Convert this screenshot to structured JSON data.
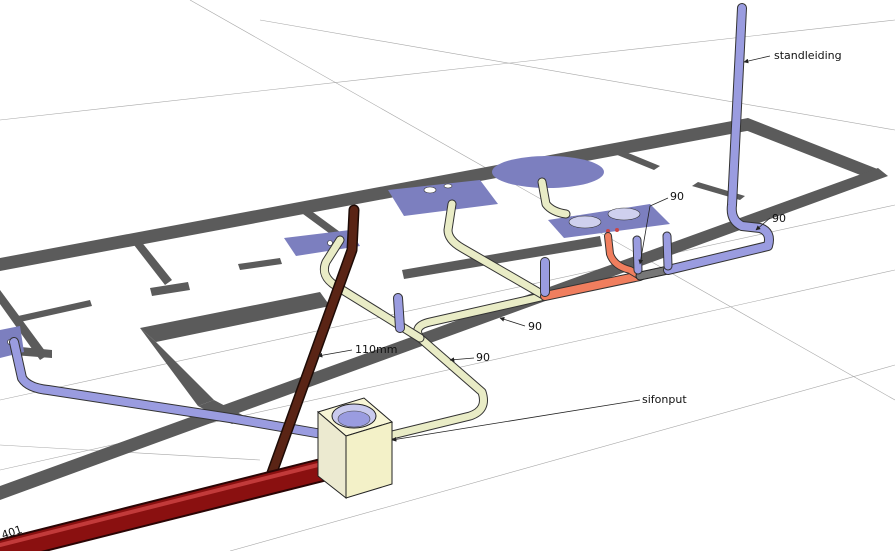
{
  "labels": {
    "standpipe": "standleiding",
    "elbow_top_right": "90",
    "elbow_upper": "90",
    "elbow_mid": "90",
    "elbow_lower": "90",
    "main_pipe_size": "110mm",
    "siphon_pit": "sifonput",
    "corner_mark": "401"
  },
  "colors": {
    "blue_pipe": "#9a9ce0",
    "cream_pipe": "#e9ecc6",
    "red_pipe": "#f07e5e",
    "dark_red_pipe": "#8a1010",
    "brown_pipe": "#5a2415",
    "wall": "#5b5b5b",
    "fixture_plate": "#7c7fbf",
    "siphon_box": "#f3f1c8"
  }
}
